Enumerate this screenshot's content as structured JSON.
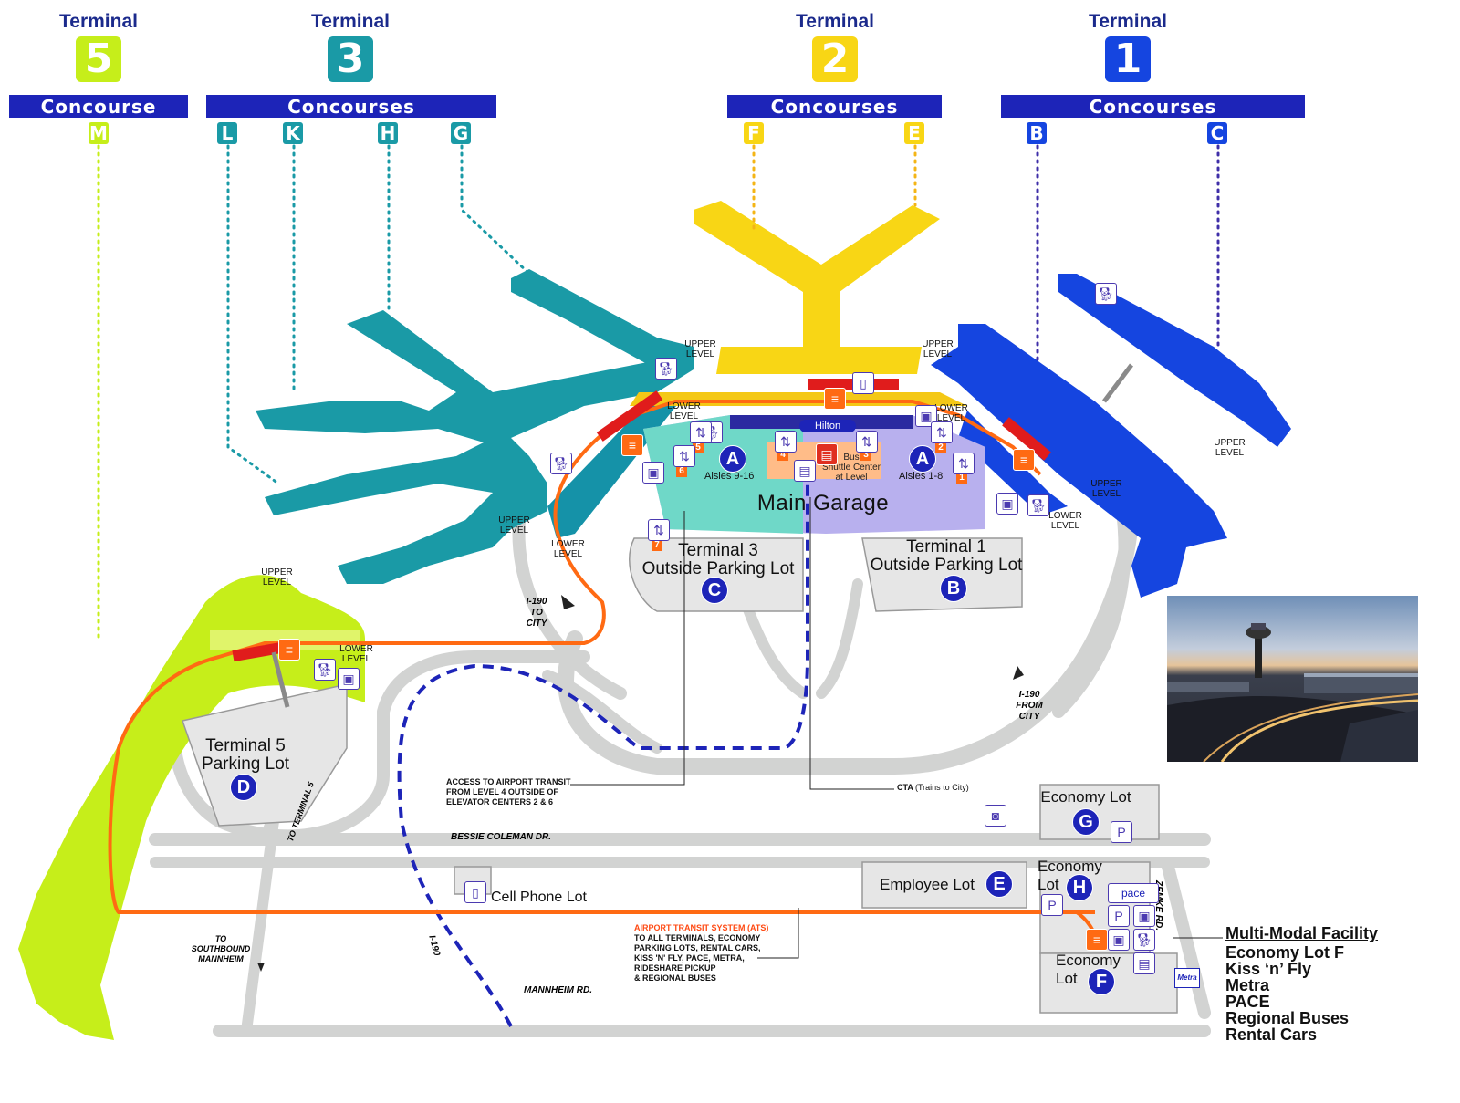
{
  "terminals": [
    {
      "label": "Terminal",
      "number": "5",
      "color": "#c6ee1a",
      "bar": "Concourse",
      "concourses": [
        "M"
      ]
    },
    {
      "label": "Terminal",
      "number": "3",
      "color": "#1a9aa6",
      "bar": "Concourses",
      "concourses": [
        "L",
        "K",
        "H",
        "G"
      ]
    },
    {
      "label": "Terminal",
      "number": "2",
      "color": "#f8d615",
      "bar": "Concourses",
      "concourses": [
        "F",
        "E"
      ]
    },
    {
      "label": "Terminal",
      "number": "1",
      "color": "#1545e0",
      "bar": "Concourses",
      "concourses": [
        "B",
        "C"
      ]
    }
  ],
  "levels": {
    "upper": "UPPER\nLEVEL",
    "lower": "LOWER\nLEVEL"
  },
  "garage": {
    "title": "Main Garage",
    "hilton": "Hilton",
    "aisles_left": "Aisles 9-16",
    "aisles_right": "Aisles 1-8",
    "bus_center": "Bus\nShuttle Center\nat Level",
    "a_letter": "A",
    "elevators": [
      "1",
      "2",
      "3",
      "4",
      "5",
      "6",
      "7"
    ]
  },
  "lots": {
    "t3": {
      "name": "Terminal 3\nOutside Parking Lot",
      "letter": "C"
    },
    "t1": {
      "name": "Terminal 1\nOutside Parking Lot",
      "letter": "B"
    },
    "t5": {
      "name": "Terminal 5\nParking Lot",
      "letter": "D"
    },
    "econ_g": {
      "name": "Economy Lot",
      "letter": "G"
    },
    "employee": {
      "name": "Employee Lot",
      "letter": "E"
    },
    "econ_h": {
      "name": "Economy\nLot",
      "letter": "H"
    },
    "econ_f": {
      "name": "Economy\nLot",
      "letter": "F"
    },
    "cell_phone": "Cell Phone Lot"
  },
  "roads": {
    "i190_to_city": "I-190\nTO\nCITY",
    "i190_from_city": "I-190\nFROM\nCITY",
    "bessie": "BESSIE COLEMAN DR.",
    "mannheim": "MANNHEIM RD.",
    "zemke": "ZEMKE RD.",
    "to_t5": "TO TERMINAL 5",
    "to_southbound": "TO\nSOUTHBOUND\nMANNHEIM",
    "i190_vertical": "I-190"
  },
  "callouts": {
    "access": "ACCESS TO AIRPORT TRANSIT\nFROM LEVEL 4 OUTSIDE OF\nELEVATOR CENTERS 2 & 6",
    "cta": "CTA",
    "cta_sub": "(Trains to City)",
    "ats_title": "AIRPORT TRANSIT SYSTEM (ATS)",
    "ats_body": "TO ALL TERMINALS, ECONOMY\nPARKING LOTS, RENTAL CARS,\nKISS 'N' FLY, PACE, METRA,\nRIDESHARE PICKUP\n& REGIONAL BUSES",
    "pace": "pace",
    "metra": "Metra"
  },
  "legend": {
    "title": "Multi-Modal Facility",
    "items": [
      "Economy Lot F",
      "Kiss ‘n’ Fly",
      "Metra",
      "PACE",
      "Regional Buses",
      "Rental Cars"
    ]
  },
  "colors": {
    "navy": "#1d24b8",
    "t5": "#c6ee1a",
    "t3": "#1a9aa6",
    "t2": "#f8d615",
    "t1": "#1545e0",
    "ats": "#ff6a13",
    "road": "#d2d3d2",
    "purple": "#4b3ab0"
  }
}
